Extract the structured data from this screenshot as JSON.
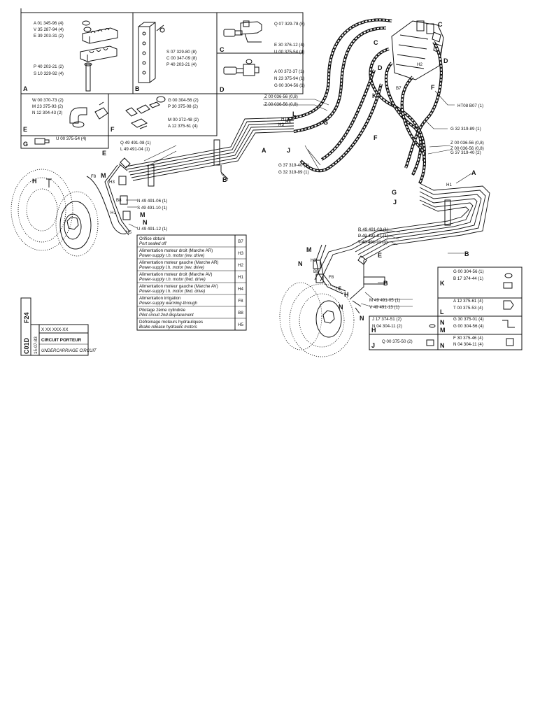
{
  "detail_boxes": {
    "A": {
      "letter": "A",
      "parts": [
        "A 01 345-96 (4)",
        "V 35 287-94 (4)",
        "E 39 203-31 (2)",
        "P 40 203-21 (2)",
        "S 10 329-92 (4)"
      ]
    },
    "B": {
      "letter": "B",
      "parts": [
        "S 07 329-80 (8)",
        "C 00 347-09 (8)",
        "P 40 203-21 (4)"
      ]
    },
    "C": {
      "letter": "C",
      "parts": [
        "Q 07 329-78 (8)",
        "E 30 376-12 (4)",
        "U 00 375-54 (4)"
      ]
    },
    "D": {
      "letter": "D",
      "parts": [
        "A 00 372-37 (1)",
        "N 23 375-94 (1)",
        "G 00 304-56 (1)"
      ]
    },
    "E": {
      "letter": "E",
      "parts": [
        "W 00 370-73 (2)",
        "M 23 375-93 (2)",
        "N 12 304-43 (2)"
      ]
    },
    "F": {
      "letter": "F",
      "parts": [
        "G 00 304-56 (2)",
        "P 30 375-08 (2)",
        "M 00 372-48 (2)",
        "A 12 375-61 (4)"
      ]
    },
    "G": {
      "letter": "G",
      "parts": [
        "U 00 375-54 (4)"
      ]
    },
    "K": {
      "letter": "K",
      "parts": [
        "G 00 304-56 (1)",
        "B 17 374-44 (1)"
      ]
    },
    "L": {
      "letter": "L",
      "parts": [
        "A 12 375-61 (4)",
        "T 00 375-53 (4)"
      ]
    },
    "M": {
      "letter": "M",
      "parts": [
        "J 17 374-51 (2)",
        "N 04 304-11 (2)"
      ]
    },
    "N": {
      "letter": "N",
      "parts": [
        "G 30 375-01 (4)",
        "G 00 304-56 (4)"
      ]
    },
    "H": {
      "letter": "H",
      "parts": [
        "J 17 374-51 (2)",
        "N 04 304-11 (2)"
      ]
    },
    "J": {
      "letter": "J",
      "parts": [
        "Q 00 375-50 (2)"
      ]
    },
    "N2": {
      "letter": "N",
      "parts": [
        "F 30 375-46 (4)",
        "N 04 304-11 (4)"
      ]
    }
  },
  "callouts": {
    "top_center": [
      "Z 00 036-56 (0,8)",
      "Z 00 036-56 (0,8)"
    ],
    "upper_left_chain": [
      "Q 49 491-08 (1)",
      "L 49 491-04 (1)"
    ],
    "left_mid": [
      "N 49 491-06 (1)",
      "S 49 491-10 (1)"
    ],
    "left_low": [
      "U 49 491-12 (1)"
    ],
    "center_mid": [
      "G 37 319-40 (2)",
      "G 32 319-89 (1)"
    ],
    "right_upper": [
      "HT08 B07 (1)"
    ],
    "right_mid": [
      "G 32 319-89 (1)",
      "Z 00 036-56 (0,8)",
      "Z 00 036-56 (0,8)",
      "G 37 319-40 (2)"
    ],
    "lower_center": [
      "R 49 491-09 (1)",
      "P 49 491-07 (1)",
      "T 49 491-11 (1)"
    ],
    "lower_right": [
      "M 49 491-05 (1)",
      "V 49 491-13 (1)"
    ]
  },
  "letters": [
    "A",
    "B",
    "C",
    "D",
    "E",
    "F",
    "G",
    "H",
    "J",
    "K",
    "L",
    "M",
    "N"
  ],
  "port_tags": [
    "B7",
    "H3",
    "H2",
    "H1",
    "H4",
    "F8",
    "B8",
    "H5"
  ],
  "legend": [
    {
      "fr": "Orifice obturé",
      "en": "Port sealed off",
      "code": "B7"
    },
    {
      "fr": "Alimentation moteur droit (Marche AR)",
      "en": "Power-supply r.h. motor (rev. drive)",
      "code": "H3"
    },
    {
      "fr": "Alimentation moteur gauche (Marche AR)",
      "en": "Power-supply l.h. motor (rev. drive)",
      "code": "H2"
    },
    {
      "fr": "Alimentation moteur droit (Marche AV)",
      "en": "Power-supply r.h. motor (fwd. drive)",
      "code": "H1"
    },
    {
      "fr": "Alimentation moteur gauche (Marche AV)",
      "en": "Power-supply l.h. motor (fwd. drive)",
      "code": "H4"
    },
    {
      "fr": "Alimentation irrigation",
      "en": "Power-supply warming-through",
      "code": "F8"
    },
    {
      "fr": "Pilotage 2ème cylindrée",
      "en": "Pilot circuit 2nd displacement",
      "code": "B8"
    },
    {
      "fr": "Défreinage moteurs hydrauliques",
      "en": "Brake release hydraulic motors",
      "code": "H5"
    }
  ],
  "title_block": {
    "sheet_code": "F24",
    "section_code": "C01D",
    "date": "15-07-83",
    "part_number": "X XX XXX-XX",
    "title_fr": "CIRCUIT PORTEUR",
    "title_en": "UNDERCARRIAGE CIRCUIT"
  }
}
